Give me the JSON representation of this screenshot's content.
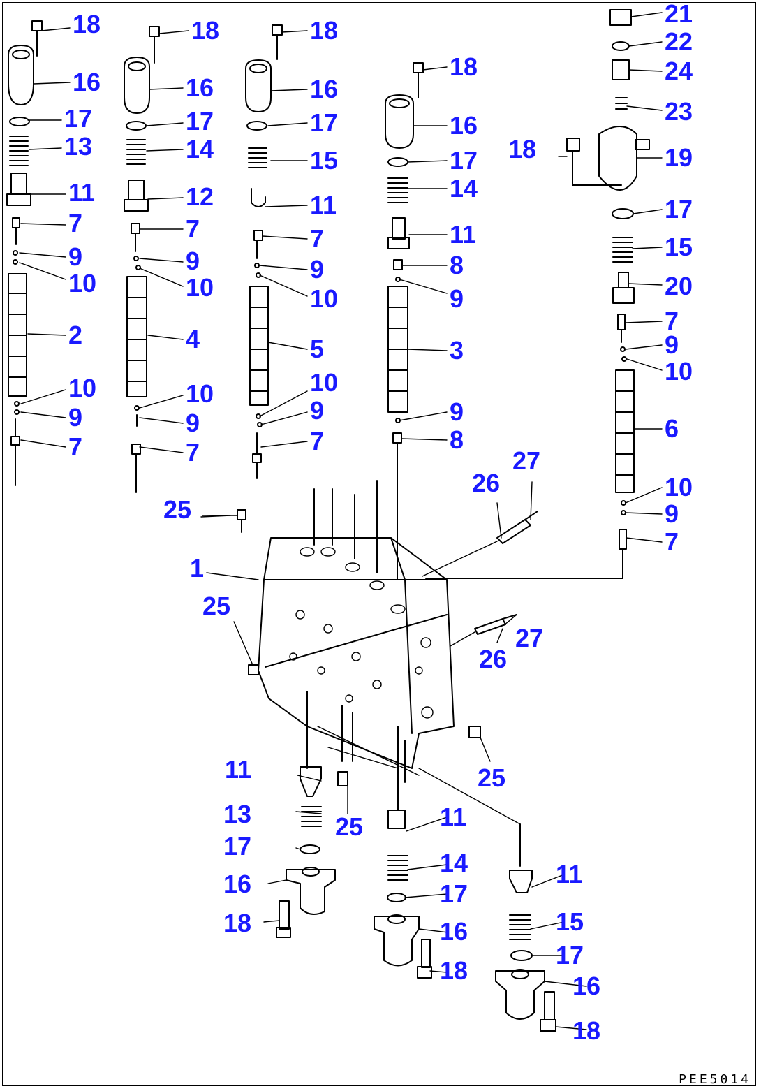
{
  "diagram": {
    "drawing_code": "PEE5014",
    "callouts": [
      {
        "id": "c1",
        "text": "18"
      },
      {
        "id": "c2",
        "text": "16"
      },
      {
        "id": "c3",
        "text": "17"
      },
      {
        "id": "c4",
        "text": "13"
      },
      {
        "id": "c5",
        "text": "11"
      },
      {
        "id": "c6",
        "text": "7"
      },
      {
        "id": "c7",
        "text": "9"
      },
      {
        "id": "c8",
        "text": "10"
      },
      {
        "id": "c9",
        "text": "2"
      },
      {
        "id": "c10",
        "text": "10"
      },
      {
        "id": "c11",
        "text": "9"
      },
      {
        "id": "c12",
        "text": "7"
      },
      {
        "id": "c13",
        "text": "18"
      },
      {
        "id": "c14",
        "text": "16"
      },
      {
        "id": "c15",
        "text": "17"
      },
      {
        "id": "c16",
        "text": "14"
      },
      {
        "id": "c17",
        "text": "12"
      },
      {
        "id": "c18",
        "text": "7"
      },
      {
        "id": "c19",
        "text": "9"
      },
      {
        "id": "c20",
        "text": "10"
      },
      {
        "id": "c21",
        "text": "4"
      },
      {
        "id": "c22",
        "text": "10"
      },
      {
        "id": "c23",
        "text": "9"
      },
      {
        "id": "c24",
        "text": "7"
      },
      {
        "id": "c25",
        "text": "18"
      },
      {
        "id": "c26",
        "text": "16"
      },
      {
        "id": "c27",
        "text": "17"
      },
      {
        "id": "c28",
        "text": "15"
      },
      {
        "id": "c29",
        "text": "11"
      },
      {
        "id": "c30",
        "text": "7"
      },
      {
        "id": "c31",
        "text": "9"
      },
      {
        "id": "c32",
        "text": "10"
      },
      {
        "id": "c33",
        "text": "5"
      },
      {
        "id": "c34",
        "text": "10"
      },
      {
        "id": "c35",
        "text": "9"
      },
      {
        "id": "c36",
        "text": "7"
      },
      {
        "id": "c37",
        "text": "18"
      },
      {
        "id": "c38",
        "text": "16"
      },
      {
        "id": "c39",
        "text": "17"
      },
      {
        "id": "c40",
        "text": "14"
      },
      {
        "id": "c41",
        "text": "11"
      },
      {
        "id": "c42",
        "text": "8"
      },
      {
        "id": "c43",
        "text": "9"
      },
      {
        "id": "c44",
        "text": "3"
      },
      {
        "id": "c45",
        "text": "9"
      },
      {
        "id": "c46",
        "text": "8"
      },
      {
        "id": "c47",
        "text": "21"
      },
      {
        "id": "c48",
        "text": "22"
      },
      {
        "id": "c49",
        "text": "24"
      },
      {
        "id": "c50",
        "text": "23"
      },
      {
        "id": "c51",
        "text": "18"
      },
      {
        "id": "c52",
        "text": "19"
      },
      {
        "id": "c53",
        "text": "17"
      },
      {
        "id": "c54",
        "text": "15"
      },
      {
        "id": "c55",
        "text": "20"
      },
      {
        "id": "c56",
        "text": "7"
      },
      {
        "id": "c57",
        "text": "9"
      },
      {
        "id": "c58",
        "text": "10"
      },
      {
        "id": "c59",
        "text": "6"
      },
      {
        "id": "c60",
        "text": "10"
      },
      {
        "id": "c61",
        "text": "9"
      },
      {
        "id": "c62",
        "text": "7"
      },
      {
        "id": "c63",
        "text": "26"
      },
      {
        "id": "c64",
        "text": "27"
      },
      {
        "id": "c65",
        "text": "25"
      },
      {
        "id": "c66",
        "text": "1"
      },
      {
        "id": "c67",
        "text": "25"
      },
      {
        "id": "c68",
        "text": "27"
      },
      {
        "id": "c69",
        "text": "26"
      },
      {
        "id": "c70",
        "text": "25"
      },
      {
        "id": "c71",
        "text": "11"
      },
      {
        "id": "c72",
        "text": "13"
      },
      {
        "id": "c73",
        "text": "17"
      },
      {
        "id": "c74",
        "text": "16"
      },
      {
        "id": "c75",
        "text": "18"
      },
      {
        "id": "c76",
        "text": "25"
      },
      {
        "id": "c77",
        "text": "11"
      },
      {
        "id": "c78",
        "text": "14"
      },
      {
        "id": "c79",
        "text": "17"
      },
      {
        "id": "c80",
        "text": "16"
      },
      {
        "id": "c81",
        "text": "18"
      },
      {
        "id": "c82",
        "text": "11"
      },
      {
        "id": "c83",
        "text": "15"
      },
      {
        "id": "c84",
        "text": "17"
      },
      {
        "id": "c85",
        "text": "16"
      },
      {
        "id": "c86",
        "text": "18"
      }
    ]
  },
  "colors": {
    "callout": "#1a1aff",
    "line": "#000000"
  }
}
